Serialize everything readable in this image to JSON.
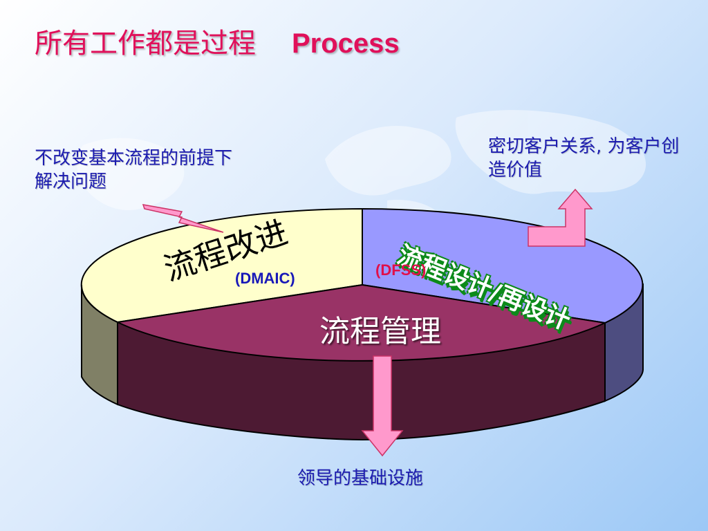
{
  "slide": {
    "title_cn": "所有工作都是过程",
    "title_en": "Process"
  },
  "notes": {
    "left": "不改变基本流程的前提下解决问题",
    "right": "密切客户关系, 为客户创造价值",
    "bottom": "领导的基础设施"
  },
  "pie": {
    "segments": [
      {
        "label": "流程改进",
        "tag": "(DMAIC)",
        "color": "#ffffcc"
      },
      {
        "label": "流程设计/再设计",
        "tag": "(DFSS)",
        "color": "#9999ff"
      },
      {
        "label": "流程管理",
        "color": "#993366"
      }
    ]
  },
  "colors": {
    "title": "#e0105a",
    "note_text": "#1c1cb0",
    "arrow": "#ff99cc",
    "tag_dmaic": "#1818b8",
    "tag_dfss": "#e0104a",
    "design_outline": "#0c8a1a"
  },
  "icons": [
    "lightning-bolt-icon",
    "bent-arrow-up-icon",
    "arrow-down-icon",
    "world-map-watermark"
  ]
}
